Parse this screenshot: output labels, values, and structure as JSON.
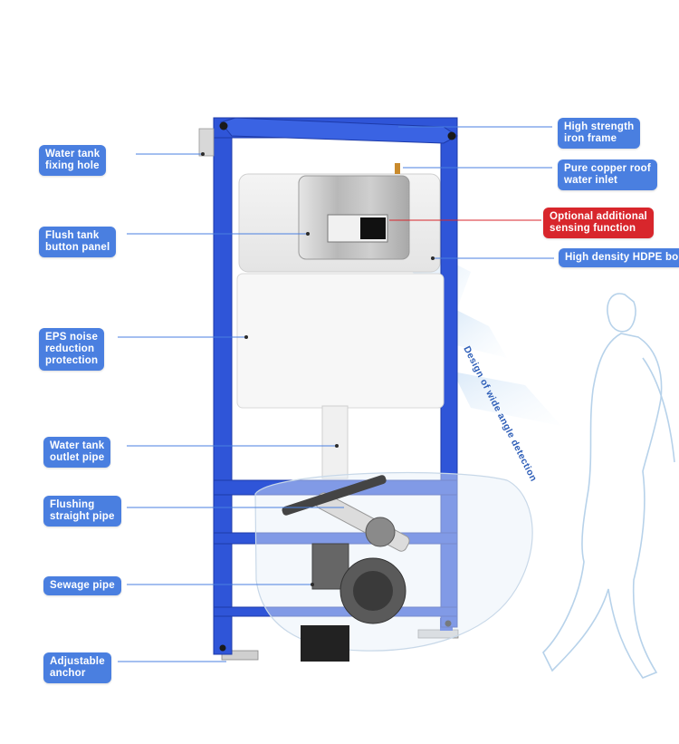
{
  "colors": {
    "label_bg": "#4a7fe0",
    "highlight_bg": "#d8262c",
    "frame_blue": "#2f55d8",
    "silhouette": "#b7d2ea"
  },
  "labels": {
    "water_tank_fixing_hole": "Water tank\nfixing hole",
    "flush_tank_button_panel": "Flush tank\nbutton panel",
    "eps_noise_reduction": "EPS noise\nreduction\nprotection",
    "water_tank_outlet_pipe": "Water tank\noutlet pipe",
    "flushing_straight_pipe": "Flushing\nstraight pipe",
    "sewage_pipe": "Sewage pipe",
    "adjustable_anchor": "Adjustable\nanchor",
    "high_strength_iron_frame": "High strength\niron frame",
    "pure_copper_roof_water_inlet": "Pure copper roof\nwater inlet",
    "optional_sensing_function": "Optional additional\nsensing function",
    "high_density_hdpe": "High density HDPE bo"
  },
  "detection_caption": "Design of wide angle detection",
  "icons": {
    "silhouette": "walking-woman-silhouette-icon",
    "sensor": "sensor-beam-icon"
  }
}
